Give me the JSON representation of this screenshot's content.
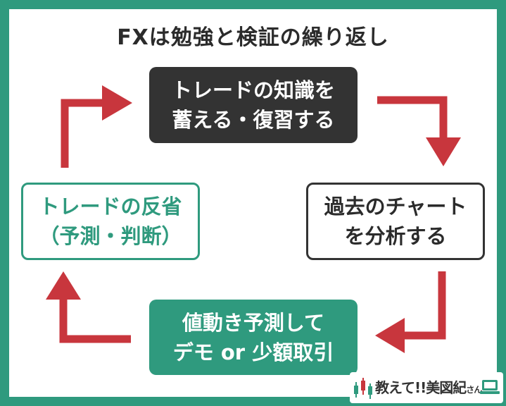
{
  "title": "FXは勉強と検証の繰り返し",
  "steps": [
    {
      "line1": "トレードの知識を",
      "line2": "蓄える・復習する"
    },
    {
      "line1": "過去のチャート",
      "line2": "を分析する"
    },
    {
      "line1": "値動き予測して",
      "line2": "デモ or 少額取引"
    },
    {
      "line1": "トレードの反省",
      "line2": "（予測・判断）"
    }
  ],
  "logo": {
    "text": "教えて!!美図紀",
    "suffix": "さん"
  },
  "colors": {
    "accent": "#2f9a7e",
    "arrow": "#c8363d",
    "dark": "#333333"
  }
}
